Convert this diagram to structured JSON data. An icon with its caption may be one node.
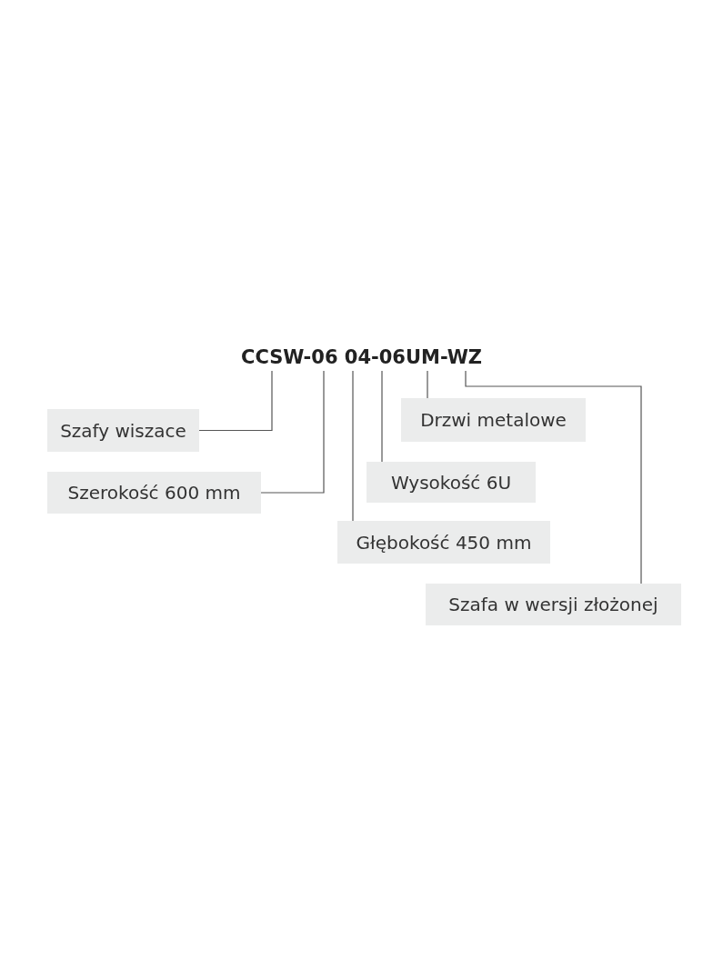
{
  "diagram": {
    "nodes": [
      {
        "text": [
          "CCSW-06 04-06UM-WZ"
        ]
      },
      {
        "text": [
          "Szafy wiszace"
        ]
      },
      {
        "text": [
          "Szerokość 600 mm"
        ]
      },
      {
        "text": [
          "Drzwi metalowe"
        ]
      },
      {
        "text": [
          "Wysokość 6U"
        ]
      },
      {
        "text": [
          "Głębokość 450 mm"
        ]
      },
      {
        "text": [
          "Szafa w wersji złożonej"
        ]
      }
    ],
    "edges": [
      {
        "from": 1,
        "to": 0,
        "arrow": "none"
      },
      {
        "from": 2,
        "to": 0,
        "arrow": "none"
      },
      {
        "from": 3,
        "to": 0,
        "arrow": "none"
      },
      {
        "from": 4,
        "to": 0,
        "arrow": "none"
      },
      {
        "from": 5,
        "to": 0,
        "arrow": "none"
      },
      {
        "from": 6,
        "to": 0,
        "arrow": "none"
      }
    ]
  }
}
